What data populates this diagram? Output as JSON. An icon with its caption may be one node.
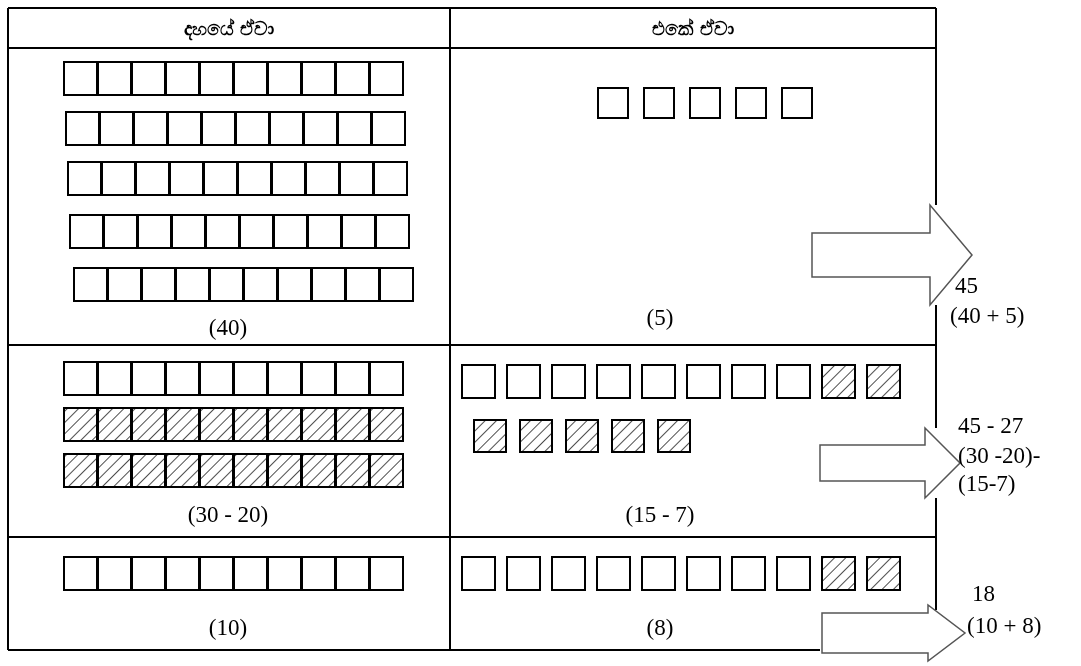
{
  "diagram": {
    "labels": [
      "දහයේ ඒවා",
      "එකේ ඒවා",
      "(40)",
      "(5)",
      "45",
      "(40 + 5)",
      "(30 - 20)",
      "(15 - 7)",
      "45 - 27",
      "(30 -20)- (15-7)",
      "(10)",
      "(8)",
      "18",
      "(10 + 8)"
    ]
  }
}
